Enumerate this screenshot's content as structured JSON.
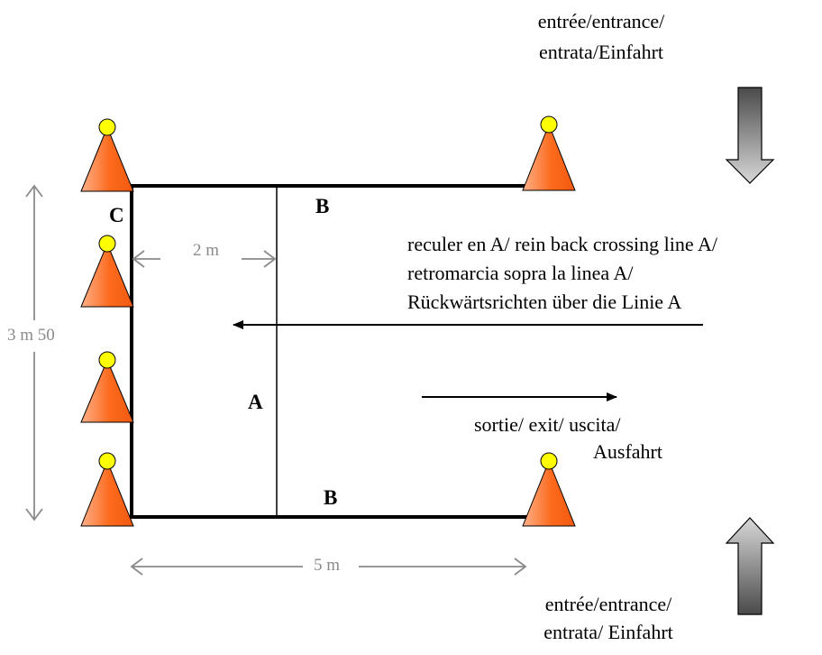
{
  "colors": {
    "cone_fill": "#fc6a1c",
    "cone_light": "#ffb08a",
    "cone_ball": "#ffff00",
    "dimension": "#8a8a8a",
    "line": "#000000"
  },
  "labels": {
    "point_a": "A",
    "point_b_top": "B",
    "point_b_bottom": "B",
    "point_c": "C"
  },
  "dimensions": {
    "width_2m": "2 m",
    "height": "3 m 50",
    "length_5m": "5 m"
  },
  "texts": {
    "entrance_top_line1": "entrée/entrance/",
    "entrance_top_line2": "entrata/Einfahrt",
    "backing_line1": "reculer en A/ rein back crossing line A/",
    "backing_line2": "retromarcia sopra la linea A/",
    "backing_line3": "Rückwärtsrichten über die Linie A",
    "exit_line1": "sortie/ exit/ uscita/",
    "exit_line2": "Ausfahrt",
    "entrance_bottom_line1": "entrée/entrance/",
    "entrance_bottom_line2": "entrata/ Einfahrt"
  },
  "icons": {
    "cones": "traffic-cone-icon",
    "big_arrows": "block-arrow-icon"
  }
}
